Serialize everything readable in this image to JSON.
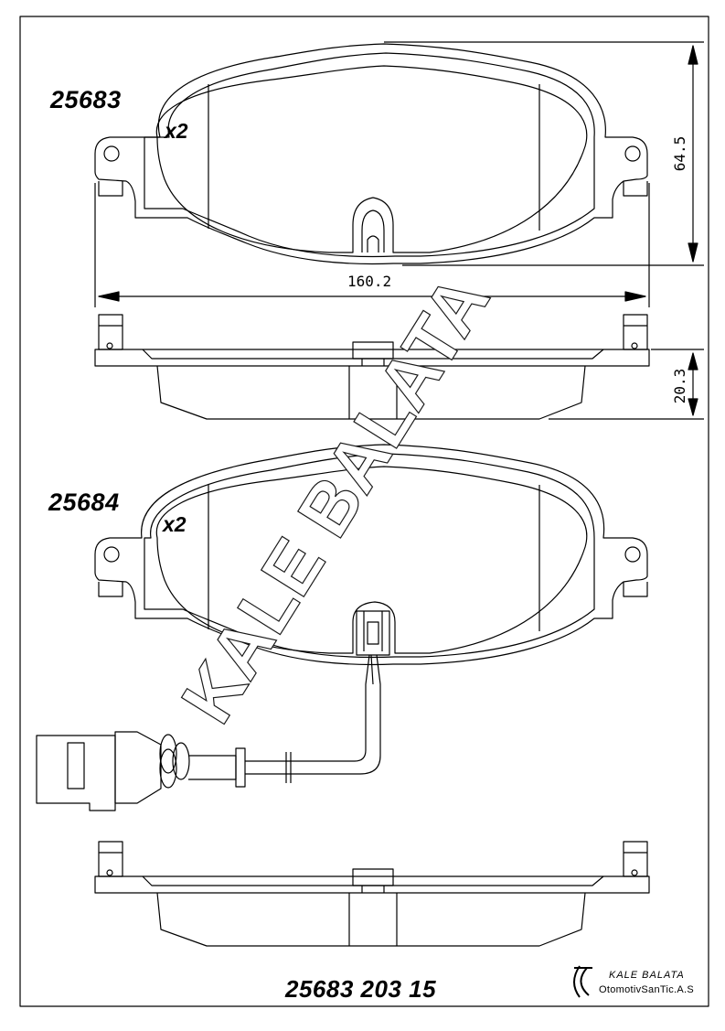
{
  "parts": [
    {
      "number": "25683",
      "quantity": "x2"
    },
    {
      "number": "25684",
      "quantity": "x2"
    }
  ],
  "dimensions": {
    "width": "160.2",
    "height": "64.5",
    "thickness": "20.3"
  },
  "footer": {
    "code": "25683 203 15"
  },
  "brand": {
    "name": "KALE BALATA",
    "company": "OtomotivSanTic.A.S",
    "watermark": "KALE BALATA"
  },
  "colors": {
    "line": "#000000",
    "background": "#ffffff"
  }
}
